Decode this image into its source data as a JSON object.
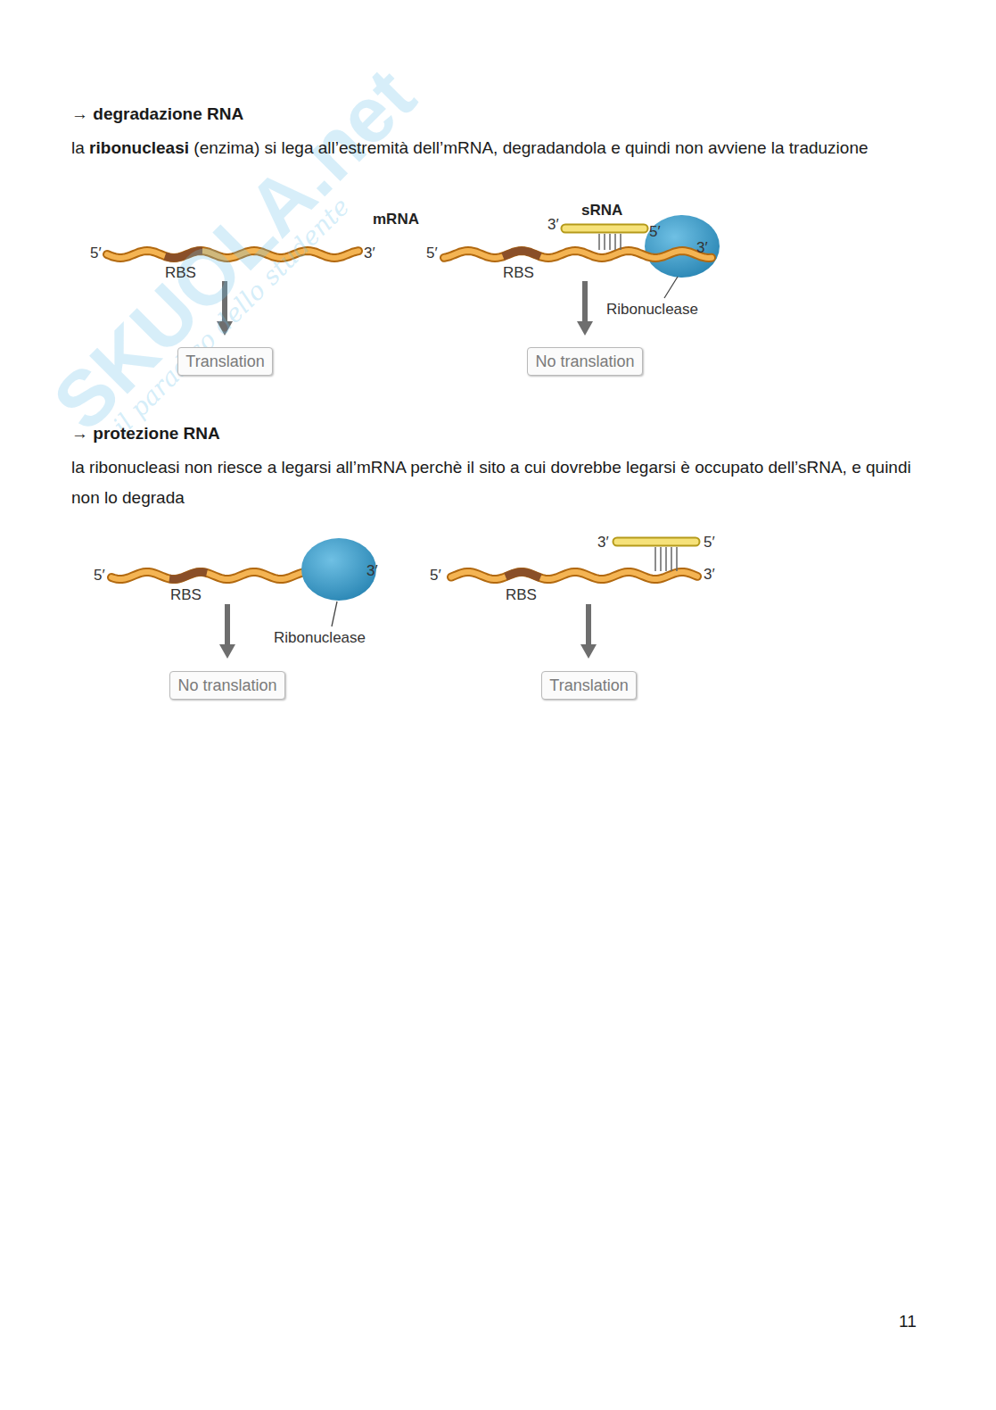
{
  "diagram": {
    "nodes": [
      {
        "text": [
          "Translation"
        ]
      },
      {
        "text": [
          "No translation"
        ]
      },
      {
        "text": [
          "No translation"
        ]
      },
      {
        "text": [
          "Translation"
        ]
      }
    ],
    "labels": [
      "SKUOLA.net",
      "il paradiso dello studente",
      "→ degradazione RNA",
      "la",
      "ribonucleasi",
      "(enzima) si lega all’estremità dell’mRNA, degradandola e quindi non avviene la traduzione",
      "5′",
      "RBS",
      "3′",
      "mRNA",
      "5′",
      "RBS",
      "sRNA",
      "3′",
      "5′",
      "3′",
      "Ribonuclease",
      "→ protezione RNA",
      "la ribonucleasi non riesce a legarsi all’mRNA perchè il sito a cui dovrebbe legarsi è occupato dell’sRNA, e quindi non lo degrada",
      "5′",
      "RBS",
      "3′",
      "Ribonuclease",
      "5′",
      "RBS",
      "3′",
      "5′",
      "3′",
      "11"
    ]
  }
}
